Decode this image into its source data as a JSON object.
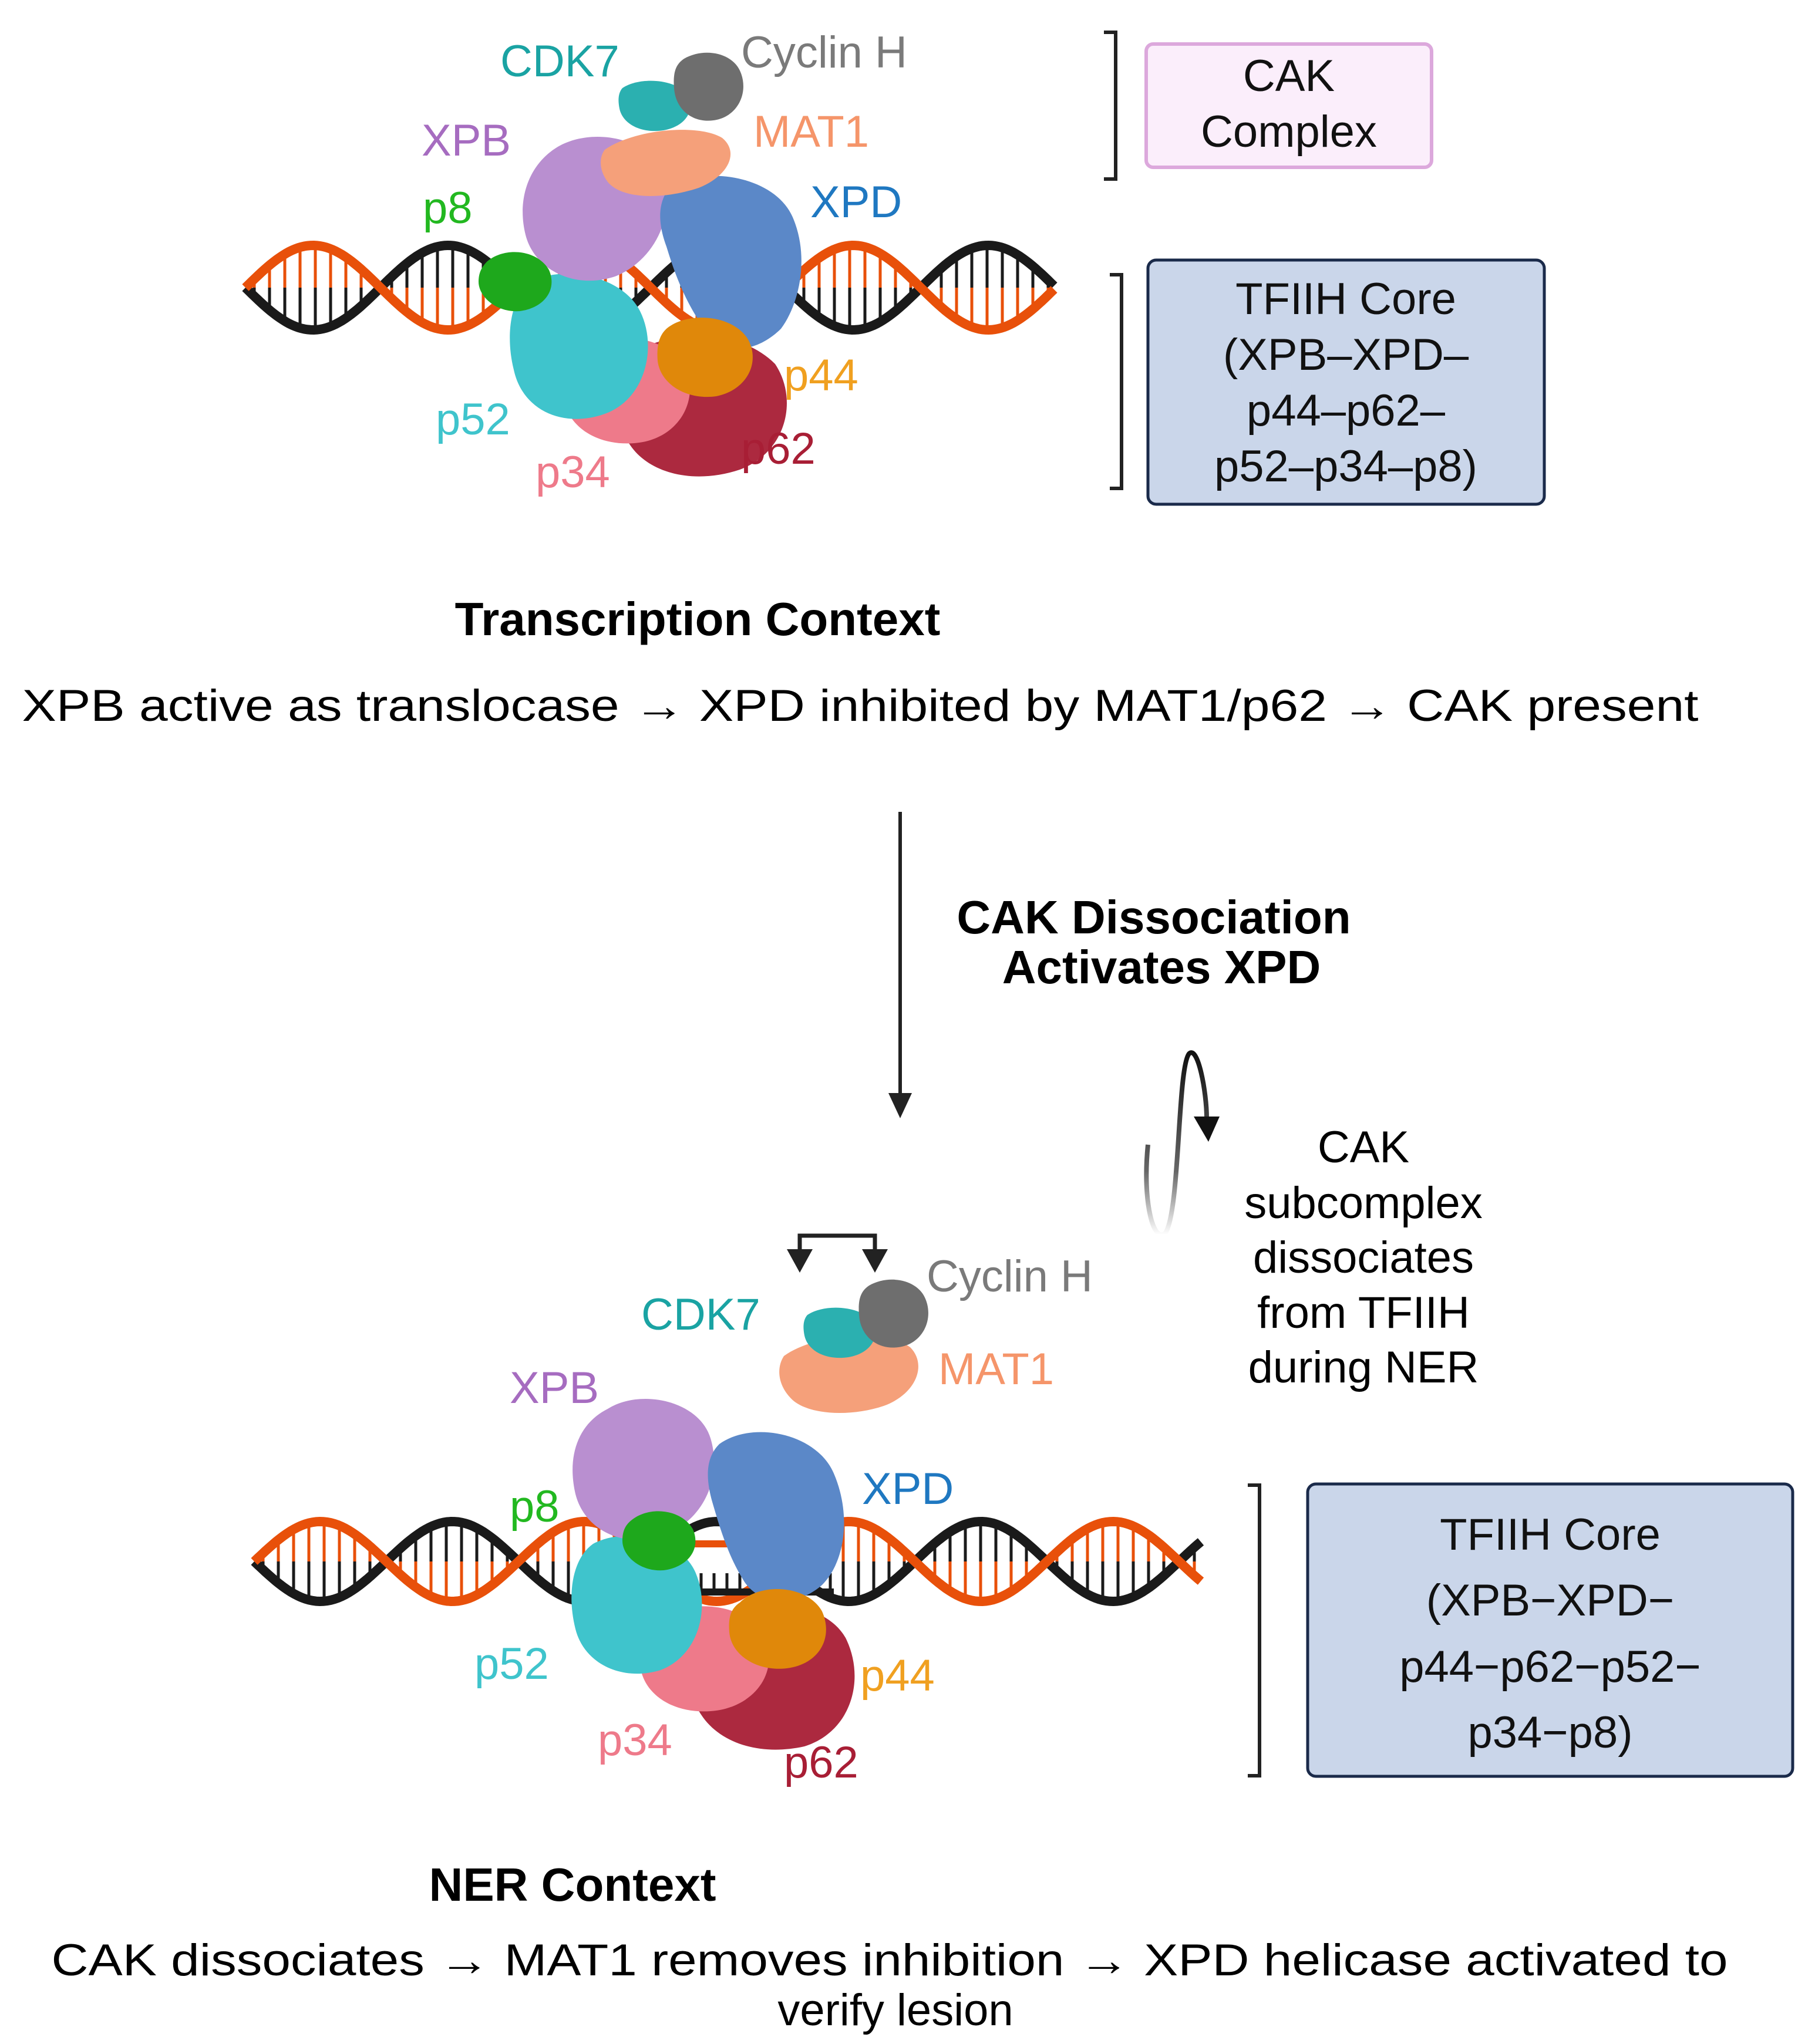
{
  "colors": {
    "dna_orange": "#e8500a",
    "dna_black": "#1a1a1a",
    "cdk7": "#1aa3a3",
    "cyclin_h": "#7a7a7a",
    "mat1": "#f5956a",
    "xpb": "#a66cc0",
    "xpd": "#1f78c1",
    "p8": "#22b820",
    "p52": "#3fc4cc",
    "p34": "#ee7a8a",
    "p62": "#a81e35",
    "p44": "#f0a020",
    "cak_box_fill": "#fbeefb",
    "cak_box_stroke": "#dca8dc",
    "core_box_fill": "#cad6ea",
    "core_box_stroke": "#1a2a4a"
  },
  "top": {
    "labels": {
      "cdk7": "CDK7",
      "cyclin_h": "Cyclin H",
      "mat1": "MAT1",
      "xpb": "XPB",
      "xpd": "XPD",
      "p8": "p8",
      "p52": "p52",
      "p34": "p34",
      "p62": "p62",
      "p44": "p44"
    },
    "cak_box": [
      "CAK",
      "Complex"
    ],
    "core_box": [
      "TFIIH Core",
      "(XPB–XPD–",
      "p44–p62–",
      "p52–p34–p8)"
    ],
    "title": "Transcription Context",
    "caption": "XPB active as translocase → XPD inhibited by MAT1/p62 → CAK present"
  },
  "middle": {
    "arrow_label": [
      "CAK Dissociation",
      "Activates XPD"
    ],
    "side_label": [
      "CAK",
      "subcomplex",
      "dissociates",
      "from TFIIH",
      "during NER"
    ]
  },
  "bottom": {
    "labels": {
      "cdk7": "CDK7",
      "cyclin_h": "Cyclin H",
      "mat1": "MAT1",
      "xpb": "XPB",
      "xpd": "XPD",
      "p8": "p8",
      "p52": "p52",
      "p34": "p34",
      "p62": "p62",
      "p44": "p44"
    },
    "core_box": [
      "TFIIH Core",
      "(XPB−XPD−",
      "p44−p62−p52−",
      "p34−p8)"
    ],
    "title": "NER Context",
    "caption": [
      "CAK dissociates → MAT1 removes inhibition → XPD helicase activated to",
      "verify lesion"
    ]
  }
}
